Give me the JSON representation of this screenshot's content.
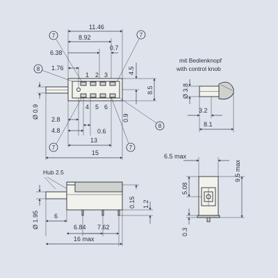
{
  "top_view": {
    "dims": {
      "d11_46": "11.46",
      "d8_92": "8.92",
      "d6_38": "6.38",
      "d1_76": "1.76",
      "d0_7": "0.7",
      "d4_5": "4.5",
      "d8_5": "8.5",
      "d0_9_left": "Ø 0.9",
      "d0_9_right": "0.9",
      "d2_8": "2.8",
      "d4_8": "4.8",
      "d0_6": "0.6",
      "d13": "13",
      "d15": "15"
    },
    "pins_top": [
      "1",
      "2",
      "3"
    ],
    "pins_bottom": [
      "4",
      "5",
      "6"
    ],
    "callout": "7",
    "callout8": "8"
  },
  "knob": {
    "caption_de": "mit Bedienknopf",
    "caption_en": "with control knob",
    "d3_8": "Ø 3.8",
    "d3_2": "3.2",
    "d8_1": "8.1"
  },
  "side_view": {
    "hub": "Hub 2.5",
    "d1_95": "Ø 1.95",
    "d6": "6",
    "d6_84": "6.84",
    "d7_62": "7.62",
    "d16": "16  max",
    "d0_15": "0.15",
    "d1_2": "1.2"
  },
  "end_view": {
    "d6_5": "6.5  max",
    "d9_5": "9.5  max",
    "d5_08": "5.08",
    "d0_3": "0.3"
  }
}
